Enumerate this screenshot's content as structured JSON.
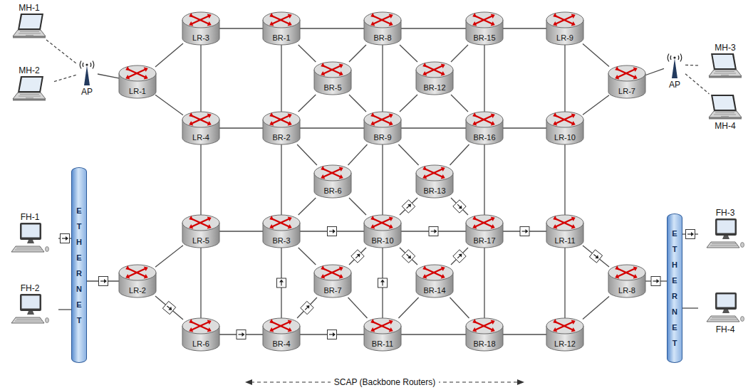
{
  "diagram": {
    "nodes": [
      {
        "text": [
          "MH-1"
        ]
      },
      {
        "text": [
          "LR-3"
        ]
      },
      {
        "text": [
          "BR-1"
        ]
      },
      {
        "text": [
          "BR-8"
        ]
      },
      {
        "text": [
          "BR-15"
        ]
      },
      {
        "text": [
          "LR-9"
        ]
      },
      {
        "text": [
          "MH-3"
        ]
      },
      {
        "text": [
          "AP"
        ]
      },
      {
        "text": [
          "LR-1"
        ]
      },
      {
        "text": [
          "BR-5"
        ]
      },
      {
        "text": [
          "BR-12"
        ]
      },
      {
        "text": [
          "LR-7"
        ]
      },
      {
        "text": [
          "AP"
        ]
      },
      {
        "text": [
          "MH-2"
        ]
      },
      {
        "text": [
          "MH-4"
        ]
      },
      {
        "text": [
          "LR-4"
        ]
      },
      {
        "text": [
          "BR-2"
        ]
      },
      {
        "text": [
          "BR-9"
        ]
      },
      {
        "text": [
          "BR-16"
        ]
      },
      {
        "text": [
          "LR-10"
        ]
      },
      {
        "text": [
          "BR-6"
        ]
      },
      {
        "text": [
          "BR-13"
        ]
      },
      {
        "text": [
          "FH-1"
        ]
      },
      {
        "text": [
          "ETHERNET"
        ]
      },
      {
        "text": [
          "LR-5"
        ]
      },
      {
        "text": [
          "BR-3"
        ]
      },
      {
        "text": [
          "BR-10"
        ]
      },
      {
        "text": [
          "BR-17"
        ]
      },
      {
        "text": [
          "LR-11"
        ]
      },
      {
        "text": [
          "ETHERNET"
        ]
      },
      {
        "text": [
          "FH-3"
        ]
      },
      {
        "text": [
          "FH-2"
        ]
      },
      {
        "text": [
          "LR-2"
        ]
      },
      {
        "text": [
          "BR-7"
        ]
      },
      {
        "text": [
          "BR-14"
        ]
      },
      {
        "text": [
          "LR-8"
        ]
      },
      {
        "text": [
          "FH-4"
        ]
      },
      {
        "text": [
          "LR-6"
        ]
      },
      {
        "text": [
          "BR-4"
        ]
      },
      {
        "text": [
          "BR-11"
        ]
      },
      {
        "text": [
          "BR-18"
        ]
      },
      {
        "text": [
          "LR-12"
        ]
      }
    ],
    "edges": [
      {
        "from": 1,
        "to": 2,
        "arrow": "none"
      },
      {
        "from": 2,
        "to": 3,
        "arrow": "none"
      },
      {
        "from": 3,
        "to": 4,
        "arrow": "none"
      },
      {
        "from": 4,
        "to": 5,
        "arrow": "none"
      },
      {
        "from": 8,
        "to": 1,
        "arrow": "none"
      },
      {
        "from": 8,
        "to": 15,
        "arrow": "none"
      },
      {
        "from": 7,
        "to": 8,
        "arrow": "none"
      },
      {
        "from": 0,
        "to": 7,
        "arrow": "none"
      },
      {
        "from": 13,
        "to": 7,
        "arrow": "none"
      },
      {
        "from": 1,
        "to": 15,
        "arrow": "none"
      },
      {
        "from": 2,
        "to": 16,
        "arrow": "none"
      },
      {
        "from": 3,
        "to": 17,
        "arrow": "none"
      },
      {
        "from": 4,
        "to": 18,
        "arrow": "none"
      },
      {
        "from": 5,
        "to": 19,
        "arrow": "none"
      },
      {
        "from": 5,
        "to": 11,
        "arrow": "none"
      },
      {
        "from": 19,
        "to": 11,
        "arrow": "none"
      },
      {
        "from": 11,
        "to": 12,
        "arrow": "none"
      },
      {
        "from": 12,
        "to": 6,
        "arrow": "none"
      },
      {
        "from": 12,
        "to": 14,
        "arrow": "none"
      },
      {
        "from": 2,
        "to": 9,
        "arrow": "none"
      },
      {
        "from": 3,
        "to": 9,
        "arrow": "none"
      },
      {
        "from": 16,
        "to": 9,
        "arrow": "none"
      },
      {
        "from": 17,
        "to": 9,
        "arrow": "none"
      },
      {
        "from": 3,
        "to": 10,
        "arrow": "none"
      },
      {
        "from": 4,
        "to": 10,
        "arrow": "none"
      },
      {
        "from": 17,
        "to": 10,
        "arrow": "none"
      },
      {
        "from": 18,
        "to": 10,
        "arrow": "none"
      },
      {
        "from": 15,
        "to": 16,
        "arrow": "none"
      },
      {
        "from": 16,
        "to": 17,
        "arrow": "none"
      },
      {
        "from": 17,
        "to": 18,
        "arrow": "none"
      },
      {
        "from": 18,
        "to": 19,
        "arrow": "none"
      },
      {
        "from": 16,
        "to": 20,
        "arrow": "none"
      },
      {
        "from": 17,
        "to": 20,
        "arrow": "none"
      },
      {
        "from": 25,
        "to": 20,
        "arrow": "none"
      },
      {
        "from": 26,
        "to": 20,
        "arrow": "none"
      },
      {
        "from": 17,
        "to": 21,
        "arrow": "none"
      },
      {
        "from": 18,
        "to": 21,
        "arrow": "none"
      },
      {
        "from": 26,
        "to": 21,
        "arrow": "none"
      },
      {
        "from": 27,
        "to": 21,
        "arrow": "none"
      },
      {
        "from": 15,
        "to": 24,
        "arrow": "none"
      },
      {
        "from": 16,
        "to": 25,
        "arrow": "none"
      },
      {
        "from": 17,
        "to": 26,
        "arrow": "none"
      },
      {
        "from": 18,
        "to": 27,
        "arrow": "none"
      },
      {
        "from": 19,
        "to": 28,
        "arrow": "none"
      },
      {
        "from": 24,
        "to": 25,
        "arrow": "none"
      },
      {
        "from": 25,
        "to": 26,
        "arrow": "none"
      },
      {
        "from": 26,
        "to": 27,
        "arrow": "none"
      },
      {
        "from": 27,
        "to": 28,
        "arrow": "none"
      },
      {
        "from": 32,
        "to": 24,
        "arrow": "none"
      },
      {
        "from": 32,
        "to": 37,
        "arrow": "none"
      },
      {
        "from": 23,
        "to": 32,
        "arrow": "none"
      },
      {
        "from": 22,
        "to": 23,
        "arrow": "none"
      },
      {
        "from": 31,
        "to": 23,
        "arrow": "none"
      },
      {
        "from": 35,
        "to": 28,
        "arrow": "none"
      },
      {
        "from": 35,
        "to": 41,
        "arrow": "none"
      },
      {
        "from": 35,
        "to": 29,
        "arrow": "none"
      },
      {
        "from": 29,
        "to": 30,
        "arrow": "none"
      },
      {
        "from": 29,
        "to": 36,
        "arrow": "none"
      },
      {
        "from": 25,
        "to": 33,
        "arrow": "none"
      },
      {
        "from": 26,
        "to": 33,
        "arrow": "none"
      },
      {
        "from": 38,
        "to": 33,
        "arrow": "none"
      },
      {
        "from": 39,
        "to": 33,
        "arrow": "none"
      },
      {
        "from": 26,
        "to": 34,
        "arrow": "none"
      },
      {
        "from": 27,
        "to": 34,
        "arrow": "none"
      },
      {
        "from": 39,
        "to": 34,
        "arrow": "none"
      },
      {
        "from": 40,
        "to": 34,
        "arrow": "none"
      },
      {
        "from": 24,
        "to": 37,
        "arrow": "none"
      },
      {
        "from": 25,
        "to": 38,
        "arrow": "none"
      },
      {
        "from": 26,
        "to": 39,
        "arrow": "none"
      },
      {
        "from": 27,
        "to": 40,
        "arrow": "none"
      },
      {
        "from": 28,
        "to": 41,
        "arrow": "none"
      },
      {
        "from": 37,
        "to": 38,
        "arrow": "none"
      },
      {
        "from": 38,
        "to": 39,
        "arrow": "none"
      },
      {
        "from": 39,
        "to": 40,
        "arrow": "none"
      },
      {
        "from": 40,
        "to": 41,
        "arrow": "none"
      }
    ],
    "labels": [
      "SCAP (Backbone Routers)"
    ]
  }
}
